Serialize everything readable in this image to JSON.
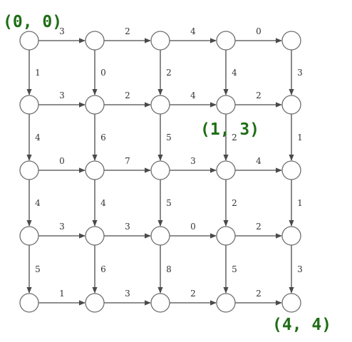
{
  "graph": {
    "rows": 5,
    "cols": 5,
    "horizontal_weights": [
      [
        3,
        2,
        4,
        0
      ],
      [
        3,
        2,
        4,
        2
      ],
      [
        0,
        7,
        3,
        4
      ],
      [
        3,
        3,
        0,
        2
      ],
      [
        1,
        3,
        2,
        2
      ]
    ],
    "vertical_weights": [
      [
        1,
        0,
        2,
        4,
        3
      ],
      [
        4,
        6,
        5,
        2,
        1
      ],
      [
        4,
        4,
        5,
        2,
        1
      ],
      [
        5,
        6,
        8,
        5,
        3
      ]
    ],
    "annotations": [
      {
        "text": "(0, 0)",
        "node": [
          0,
          0
        ]
      },
      {
        "text": "(1, 3)",
        "node": [
          1,
          3
        ]
      },
      {
        "text": "(4, 4)",
        "node": [
          4,
          4
        ]
      }
    ]
  },
  "colors": {
    "annotation": "#1f6e16",
    "edge": "#4a4a4a",
    "node_stroke": "#6f6f6f"
  }
}
